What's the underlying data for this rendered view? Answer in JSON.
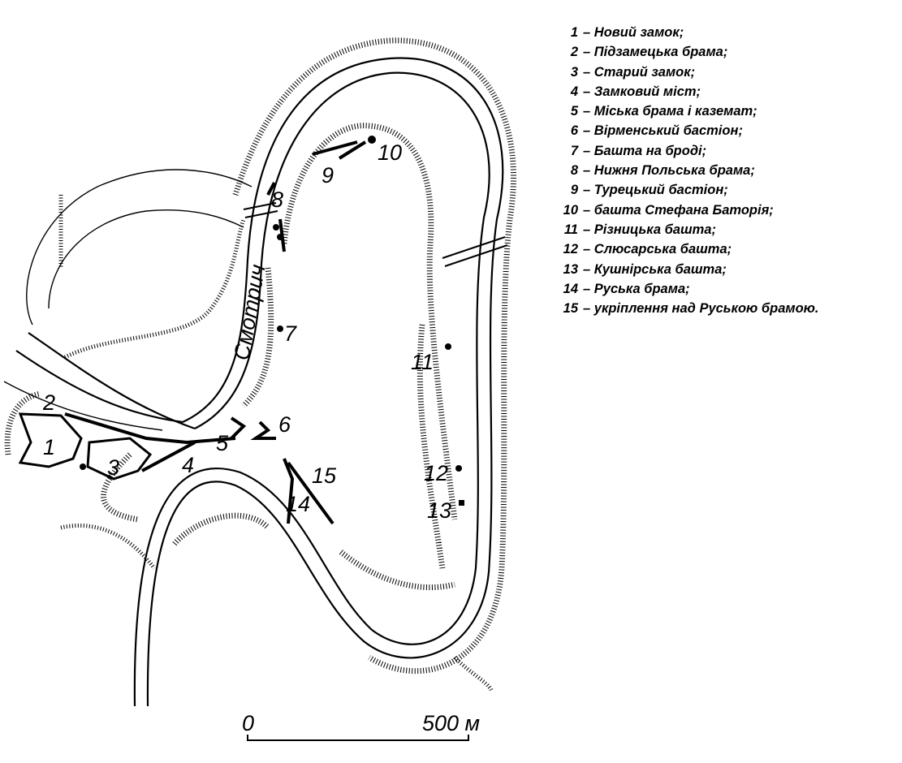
{
  "map": {
    "river_label": "Смотрич",
    "markers": [
      {
        "id": "1",
        "label": "1"
      },
      {
        "id": "2",
        "label": "2"
      },
      {
        "id": "3",
        "label": "3"
      },
      {
        "id": "4",
        "label": "4"
      },
      {
        "id": "5",
        "label": "5"
      },
      {
        "id": "6",
        "label": "6"
      },
      {
        "id": "7",
        "label": "7"
      },
      {
        "id": "8",
        "label": "8"
      },
      {
        "id": "9",
        "label": "9"
      },
      {
        "id": "10",
        "label": "10"
      },
      {
        "id": "11",
        "label": "11"
      },
      {
        "id": "12",
        "label": "12"
      },
      {
        "id": "13",
        "label": "13"
      },
      {
        "id": "14",
        "label": "14"
      },
      {
        "id": "15",
        "label": "15"
      }
    ],
    "scale": {
      "start": "0",
      "end": "500 м"
    }
  },
  "legend": [
    {
      "num": "1",
      "sep": "–",
      "text": "Новий замок;"
    },
    {
      "num": "2",
      "sep": "–",
      "text": "Підзамецька брама;"
    },
    {
      "num": "3",
      "sep": "–",
      "text": "Старий замок;"
    },
    {
      "num": "4",
      "sep": "–",
      "text": "Замковий міст;"
    },
    {
      "num": "5",
      "sep": "–",
      "text": "Міська брама і каземат;"
    },
    {
      "num": "6",
      "sep": "–",
      "text": "Вірменський бастіон;"
    },
    {
      "num": "7",
      "sep": "–",
      "text": "Башта на броді;"
    },
    {
      "num": "8",
      "sep": "–",
      "text": "Нижня Польська брама;"
    },
    {
      "num": "9",
      "sep": "–",
      "text": "Турецький бастіон;"
    },
    {
      "num": "10",
      "sep": "–",
      "text": "башта Стефана Баторія;"
    },
    {
      "num": "11",
      "sep": "–",
      "text": "Різницька башта;"
    },
    {
      "num": "12",
      "sep": "–",
      "text": "Слюсарська башта;"
    },
    {
      "num": "13",
      "sep": "–",
      "text": "Кушнірська башта;"
    },
    {
      "num": "14",
      "sep": "–",
      "text": "Руська брама;"
    },
    {
      "num": "15",
      "sep": "–",
      "text": "укріплення над Руською брамою."
    }
  ]
}
